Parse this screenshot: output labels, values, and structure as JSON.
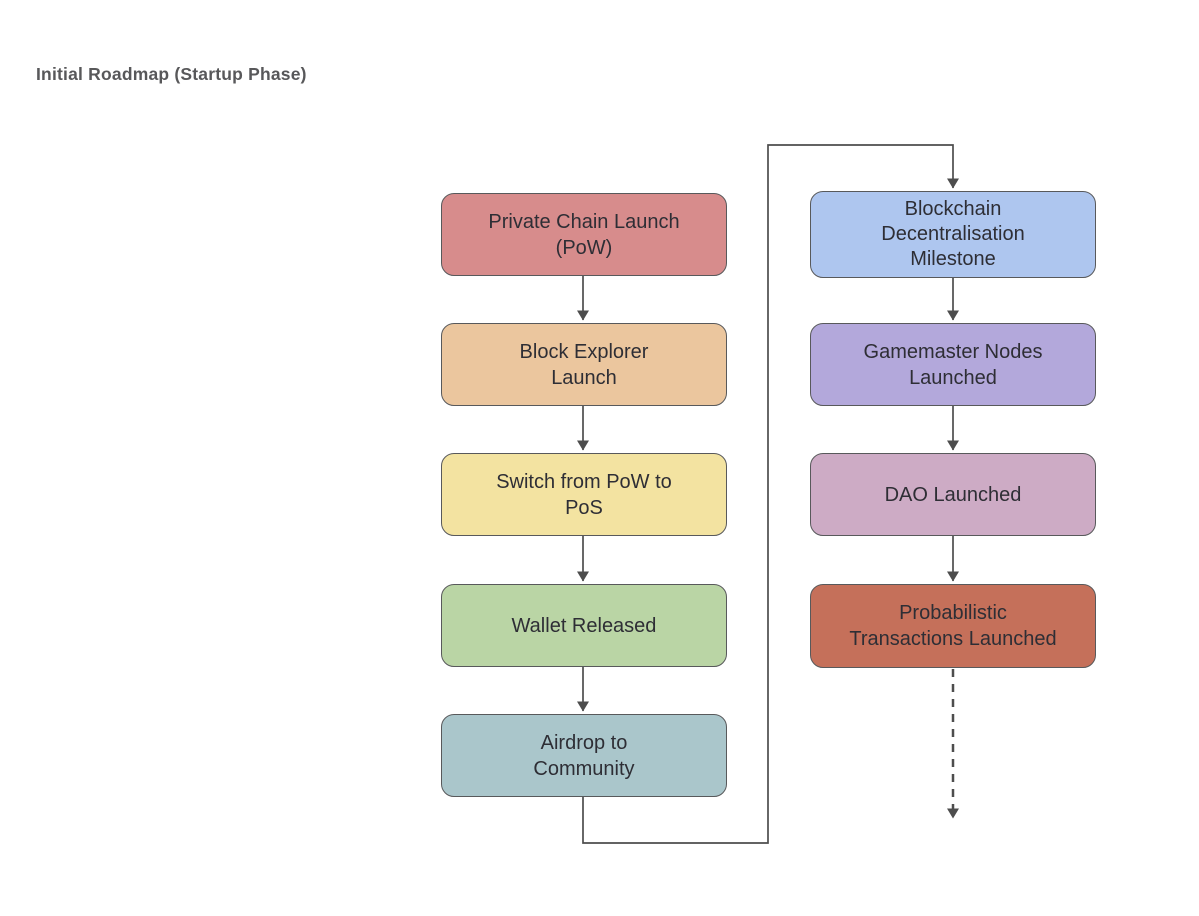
{
  "title": "Initial Roadmap (Startup Phase)",
  "colors": {
    "background": "#ffffff",
    "title_text": "#58585a",
    "node_border": "#58595b",
    "node_text": "#2e2e35",
    "connector": "#4d4d4d"
  },
  "diagram": {
    "type": "flowchart",
    "direction": "top-to-bottom, two columns",
    "nodes": {
      "left": [
        {
          "id": "private-chain-launch",
          "label": "Private Chain Launch\n(PoW)",
          "fill": "#d78c8c"
        },
        {
          "id": "block-explorer-launch",
          "label": "Block Explorer\nLaunch",
          "fill": "#ebc69e"
        },
        {
          "id": "switch-pow-to-pos",
          "label": "Switch from PoW to\nPoS",
          "fill": "#f3e3a1"
        },
        {
          "id": "wallet-released",
          "label": "Wallet Released",
          "fill": "#bad5a5"
        },
        {
          "id": "airdrop-to-community",
          "label": "Airdrop to\nCommunity",
          "fill": "#aac6cb"
        }
      ],
      "right": [
        {
          "id": "blockchain-decentralisation-milestone",
          "label": "Blockchain\nDecentralisation\nMilestone",
          "fill": "#aec6ef"
        },
        {
          "id": "gamemaster-nodes-launched",
          "label": "Gamemaster Nodes\nLaunched",
          "fill": "#b3a8db"
        },
        {
          "id": "dao-launched",
          "label": "DAO Launched",
          "fill": "#cdabc5"
        },
        {
          "id": "probabilistic-transactions-launched",
          "label": "Probabilistic\nTransactions Launched",
          "fill": "#c5705a"
        }
      ]
    },
    "edges": [
      {
        "from": "private-chain-launch",
        "to": "block-explorer-launch",
        "style": "solid-arrow"
      },
      {
        "from": "block-explorer-launch",
        "to": "switch-pow-to-pos",
        "style": "solid-arrow"
      },
      {
        "from": "switch-pow-to-pos",
        "to": "wallet-released",
        "style": "solid-arrow"
      },
      {
        "from": "wallet-released",
        "to": "airdrop-to-community",
        "style": "solid-arrow"
      },
      {
        "from": "airdrop-to-community",
        "to": "blockchain-decentralisation-milestone",
        "style": "solid-arrow-right-angle"
      },
      {
        "from": "blockchain-decentralisation-milestone",
        "to": "gamemaster-nodes-launched",
        "style": "solid-arrow"
      },
      {
        "from": "gamemaster-nodes-launched",
        "to": "dao-launched",
        "style": "solid-arrow"
      },
      {
        "from": "dao-launched",
        "to": "probabilistic-transactions-launched",
        "style": "solid-arrow"
      },
      {
        "from": "probabilistic-transactions-launched",
        "to": null,
        "style": "dashed-arrow-open-ended"
      }
    ]
  }
}
